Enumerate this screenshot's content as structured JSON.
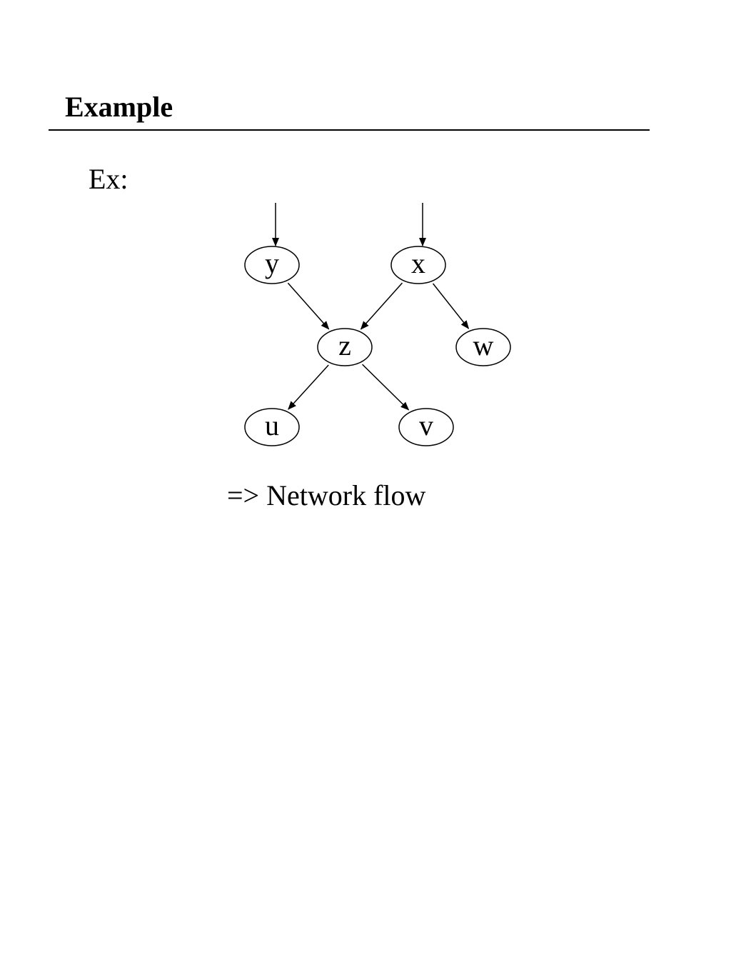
{
  "slide": {
    "title": "Example",
    "ex_label": "Ex:",
    "conclusion": "=> Network flow"
  },
  "graph": {
    "nodes": [
      {
        "id": "y",
        "label": "y"
      },
      {
        "id": "x",
        "label": "x"
      },
      {
        "id": "z",
        "label": "z"
      },
      {
        "id": "w",
        "label": "w"
      },
      {
        "id": "u",
        "label": "u"
      },
      {
        "id": "v",
        "label": "v"
      }
    ],
    "edges": [
      {
        "from": "",
        "to": "y"
      },
      {
        "from": "",
        "to": "x"
      },
      {
        "from": "y",
        "to": "z"
      },
      {
        "from": "x",
        "to": "z"
      },
      {
        "from": "x",
        "to": "w"
      },
      {
        "from": "z",
        "to": "u"
      },
      {
        "from": "z",
        "to": "v"
      }
    ]
  }
}
